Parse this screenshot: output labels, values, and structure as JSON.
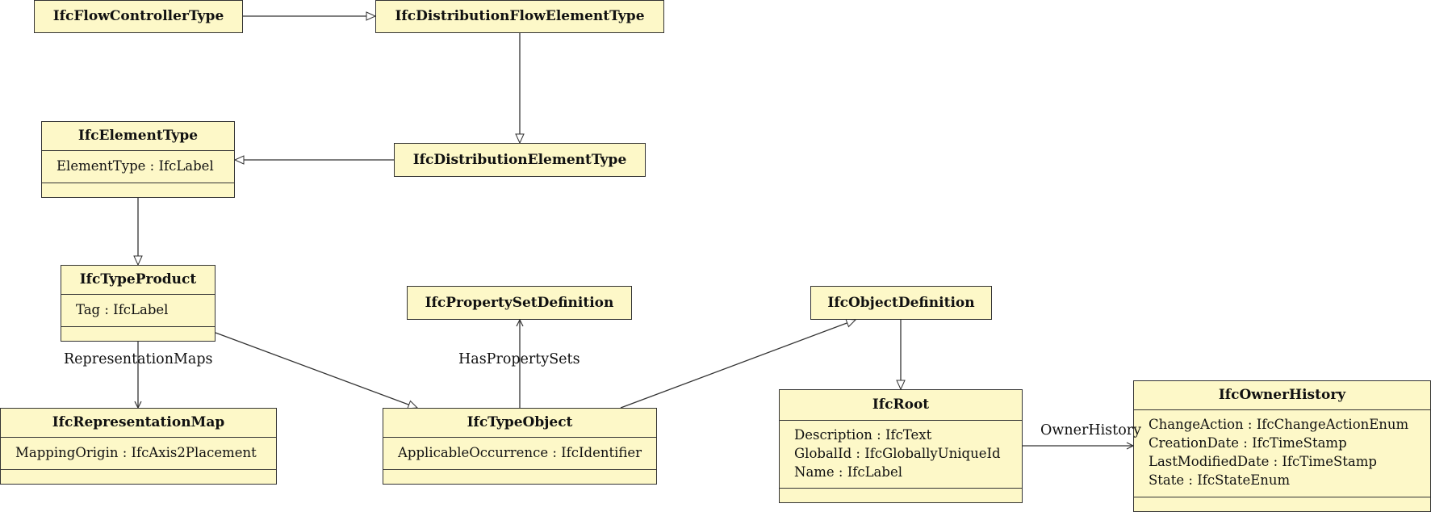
{
  "classes": {
    "flow_controller_type": {
      "name": "IfcFlowControllerType"
    },
    "distribution_flow_element_type": {
      "name": "IfcDistributionFlowElementType"
    },
    "element_type": {
      "name": "IfcElementType",
      "attributes": [
        "ElementType : IfcLabel"
      ]
    },
    "distribution_element_type": {
      "name": "IfcDistributionElementType"
    },
    "type_product": {
      "name": "IfcTypeProduct",
      "attributes": [
        "Tag : IfcLabel"
      ]
    },
    "property_set_definition": {
      "name": "IfcPropertySetDefinition"
    },
    "object_definition": {
      "name": "IfcObjectDefinition"
    },
    "representation_map": {
      "name": "IfcRepresentationMap",
      "attributes": [
        "MappingOrigin : IfcAxis2Placement"
      ]
    },
    "type_object": {
      "name": "IfcTypeObject",
      "attributes": [
        "ApplicableOccurrence : IfcIdentifier"
      ]
    },
    "root": {
      "name": "IfcRoot",
      "attributes": [
        "Description : IfcText",
        "GlobalId : IfcGloballyUniqueId",
        "Name : IfcLabel"
      ]
    },
    "owner_history": {
      "name": "IfcOwnerHistory",
      "attributes": [
        "ChangeAction : IfcChangeActionEnum",
        "CreationDate : IfcTimeStamp",
        "LastModifiedDate : IfcTimeStamp",
        "State : IfcStateEnum"
      ]
    }
  },
  "relations": {
    "representation_maps": "RepresentationMaps",
    "has_property_sets": "HasPropertySets",
    "owner_history": "OwnerHistory"
  },
  "colors": {
    "class_fill": "#fdf8c8",
    "line": "#333333"
  }
}
